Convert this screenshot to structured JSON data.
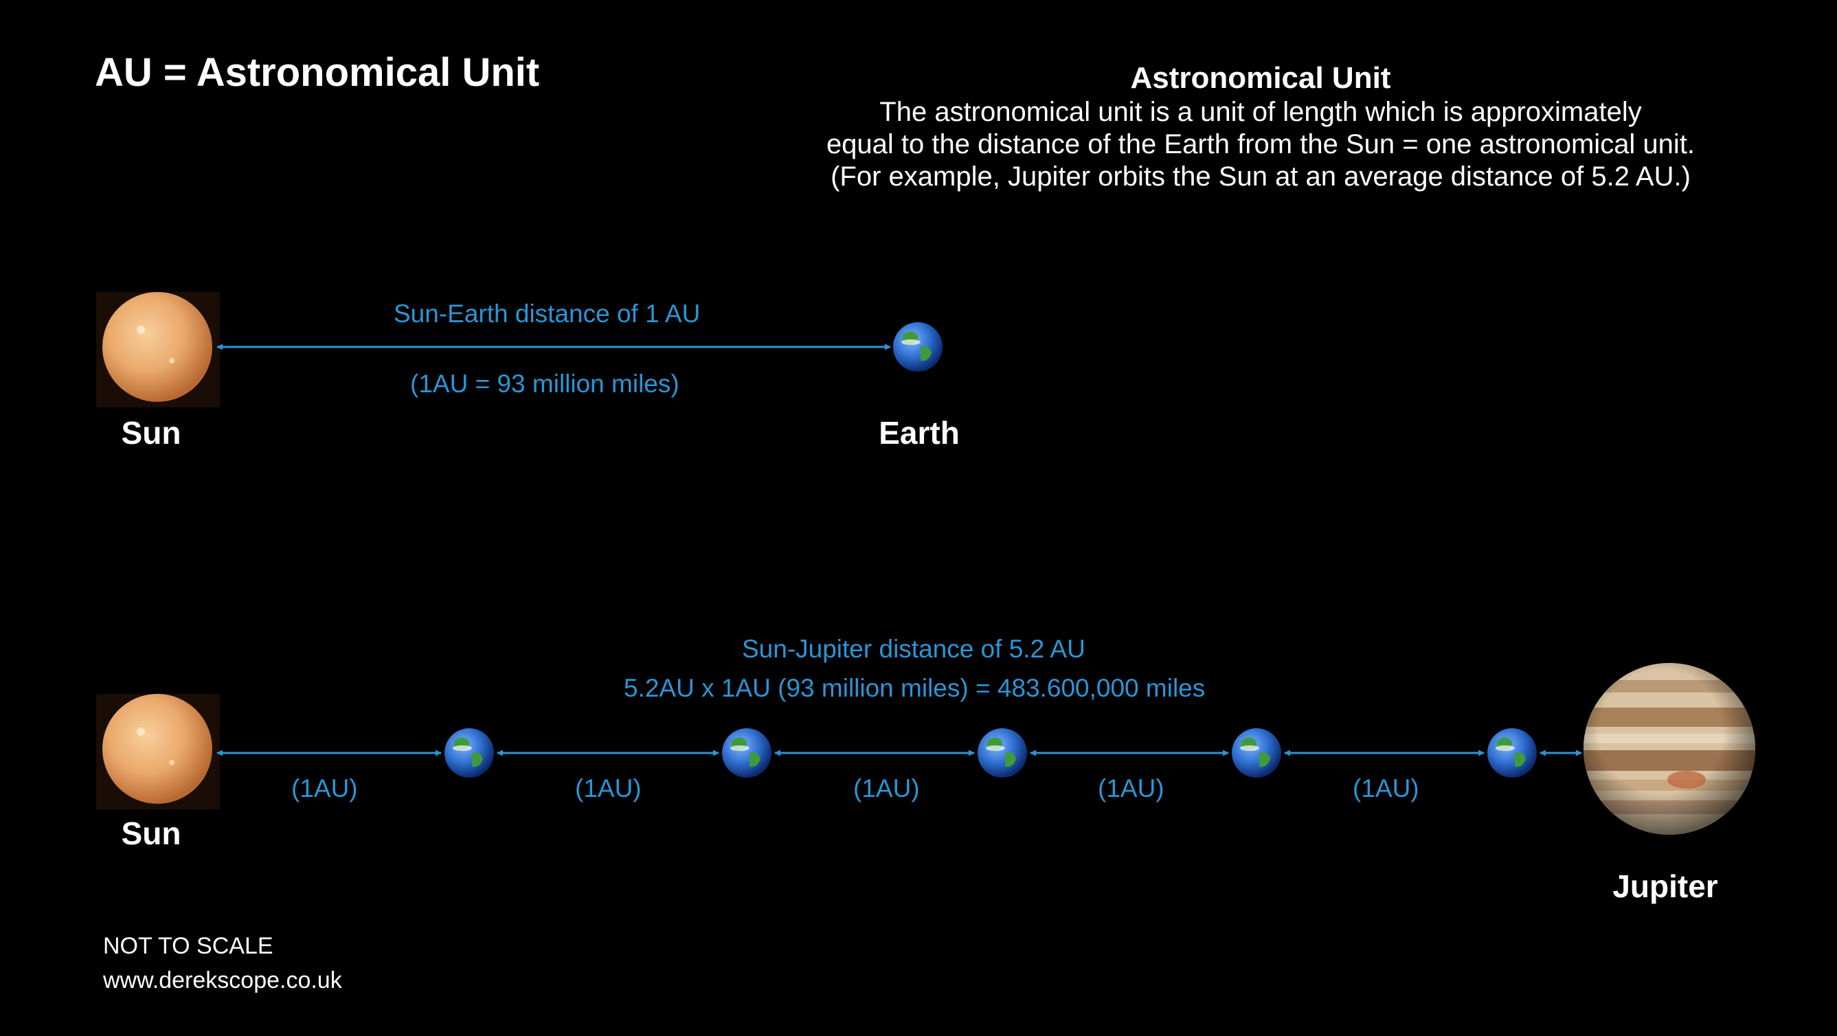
{
  "title": "AU = Astronomical Unit",
  "definition": {
    "heading": "Astronomical Unit",
    "lines": [
      "The astronomical unit is a unit of length which is approximately",
      "equal to the distance of the Earth from the Sun = one astronomical unit.",
      "(For example, Jupiter orbits the Sun at an average distance of 5.2 AU.)"
    ]
  },
  "top_diagram": {
    "distance_label": "Sun-Earth distance of 1 AU",
    "miles_label": "(1AU = 93 million miles)",
    "sun_label": "Sun",
    "earth_label": "Earth"
  },
  "bottom_diagram": {
    "distance_label": "Sun-Jupiter distance of 5.2 AU",
    "calc_label": "5.2AU x 1AU (93 million miles) = 483.600,000 miles",
    "segment_labels": [
      "(1AU)",
      "(1AU)",
      "(1AU)",
      "(1AU)",
      "(1AU)"
    ],
    "sun_label": "Sun",
    "jupiter_label": "Jupiter"
  },
  "footer": {
    "note": "NOT TO SCALE",
    "website": "www.derekscope.co.uk"
  },
  "colors": {
    "background": "#000000",
    "arrow": "#2a96d6",
    "label_blue": "#2a96d6",
    "text": "#ffffff",
    "sun": "#e8a86a",
    "earth_ocean": "#2f6fd0",
    "jupiter": "#d9c3a2"
  },
  "icons": [
    "sun-icon",
    "earth-icon",
    "jupiter-icon"
  ]
}
